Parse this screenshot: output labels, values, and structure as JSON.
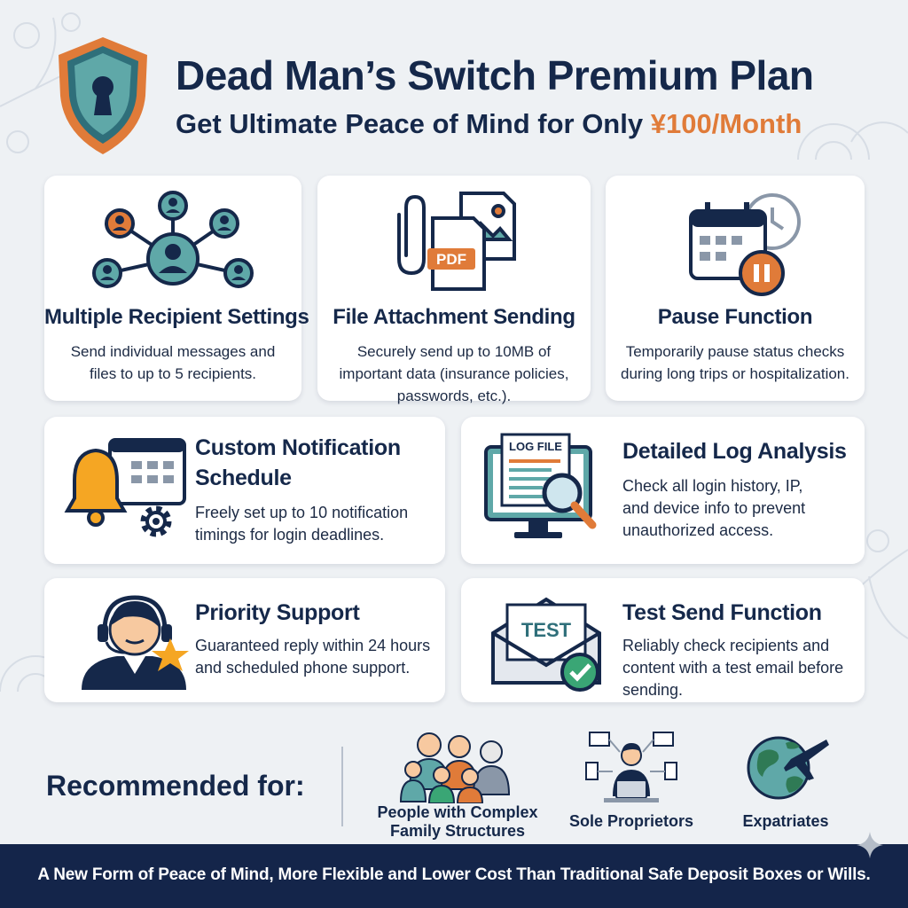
{
  "header": {
    "title": "Dead Man’s Switch Premium Plan",
    "subtitle_prefix": "Get Ultimate Peace of Mind for Only ",
    "price": "¥100/Month"
  },
  "features": [
    {
      "name": "Multiple Recipient Settings",
      "desc": "Send individual messages and files to up to 5 recipients."
    },
    {
      "name": "File Attachment Sending",
      "desc": "Securely send up to 10MB of important data (insurance policies, passwords, etc.).",
      "badge": "PDF"
    },
    {
      "name": "Pause Function",
      "desc": "Temporarily pause status checks during long trips or hospitalization."
    },
    {
      "name": "Custom Notification Schedule",
      "desc": "Freely set up to 10 notification timings for login deadlines."
    },
    {
      "name": "Detailed Log Analysis",
      "desc": "Check all login history, IP, and device info to prevent unauthorized access.",
      "badge": "LOG FILE"
    },
    {
      "name": "Priority Support",
      "desc": "Guaranteed reply within 24 hours and scheduled phone support."
    },
    {
      "name": "Test Send Function",
      "desc": "Reliably check recipients and content with a test email before sending.",
      "badge": "TEST"
    }
  ],
  "recommended": {
    "title": "Recommended for:",
    "items": [
      {
        "label": "People with Complex Family Structures",
        "icon": "family-icon"
      },
      {
        "label": "Sole Proprietors",
        "icon": "sole-proprietor-icon"
      },
      {
        "label": "Expatriates",
        "icon": "globe-plane-icon"
      }
    ]
  },
  "footer": {
    "text": "A New Form of Peace of Mind, More Flexible and Lower Cost Than Traditional Safe Deposit Boxes or Wills."
  },
  "colors": {
    "navy": "#15284a",
    "accent": "#e07b39",
    "teal": "#5fa8a8",
    "background": "#eef1f4"
  }
}
